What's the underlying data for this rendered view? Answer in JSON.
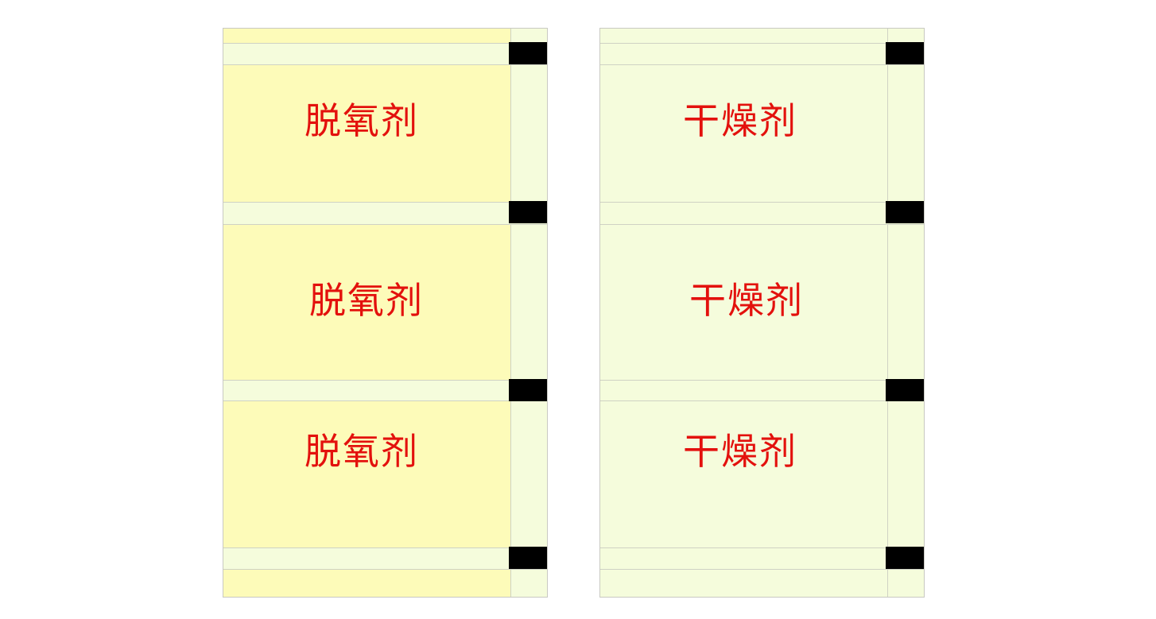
{
  "strips": [
    {
      "name": "left",
      "fill_color": "#fdfbb9",
      "labels": [
        "脱氧剂",
        "脱氧剂",
        "脱氧剂"
      ]
    },
    {
      "name": "right",
      "fill_color": "#f5fcdc",
      "labels": [
        "干燥剂",
        "干燥剂",
        "干燥剂"
      ]
    }
  ],
  "colors": {
    "label_text": "#e3110d",
    "seal_band": "#f5fcdc",
    "marker": "#000000"
  }
}
